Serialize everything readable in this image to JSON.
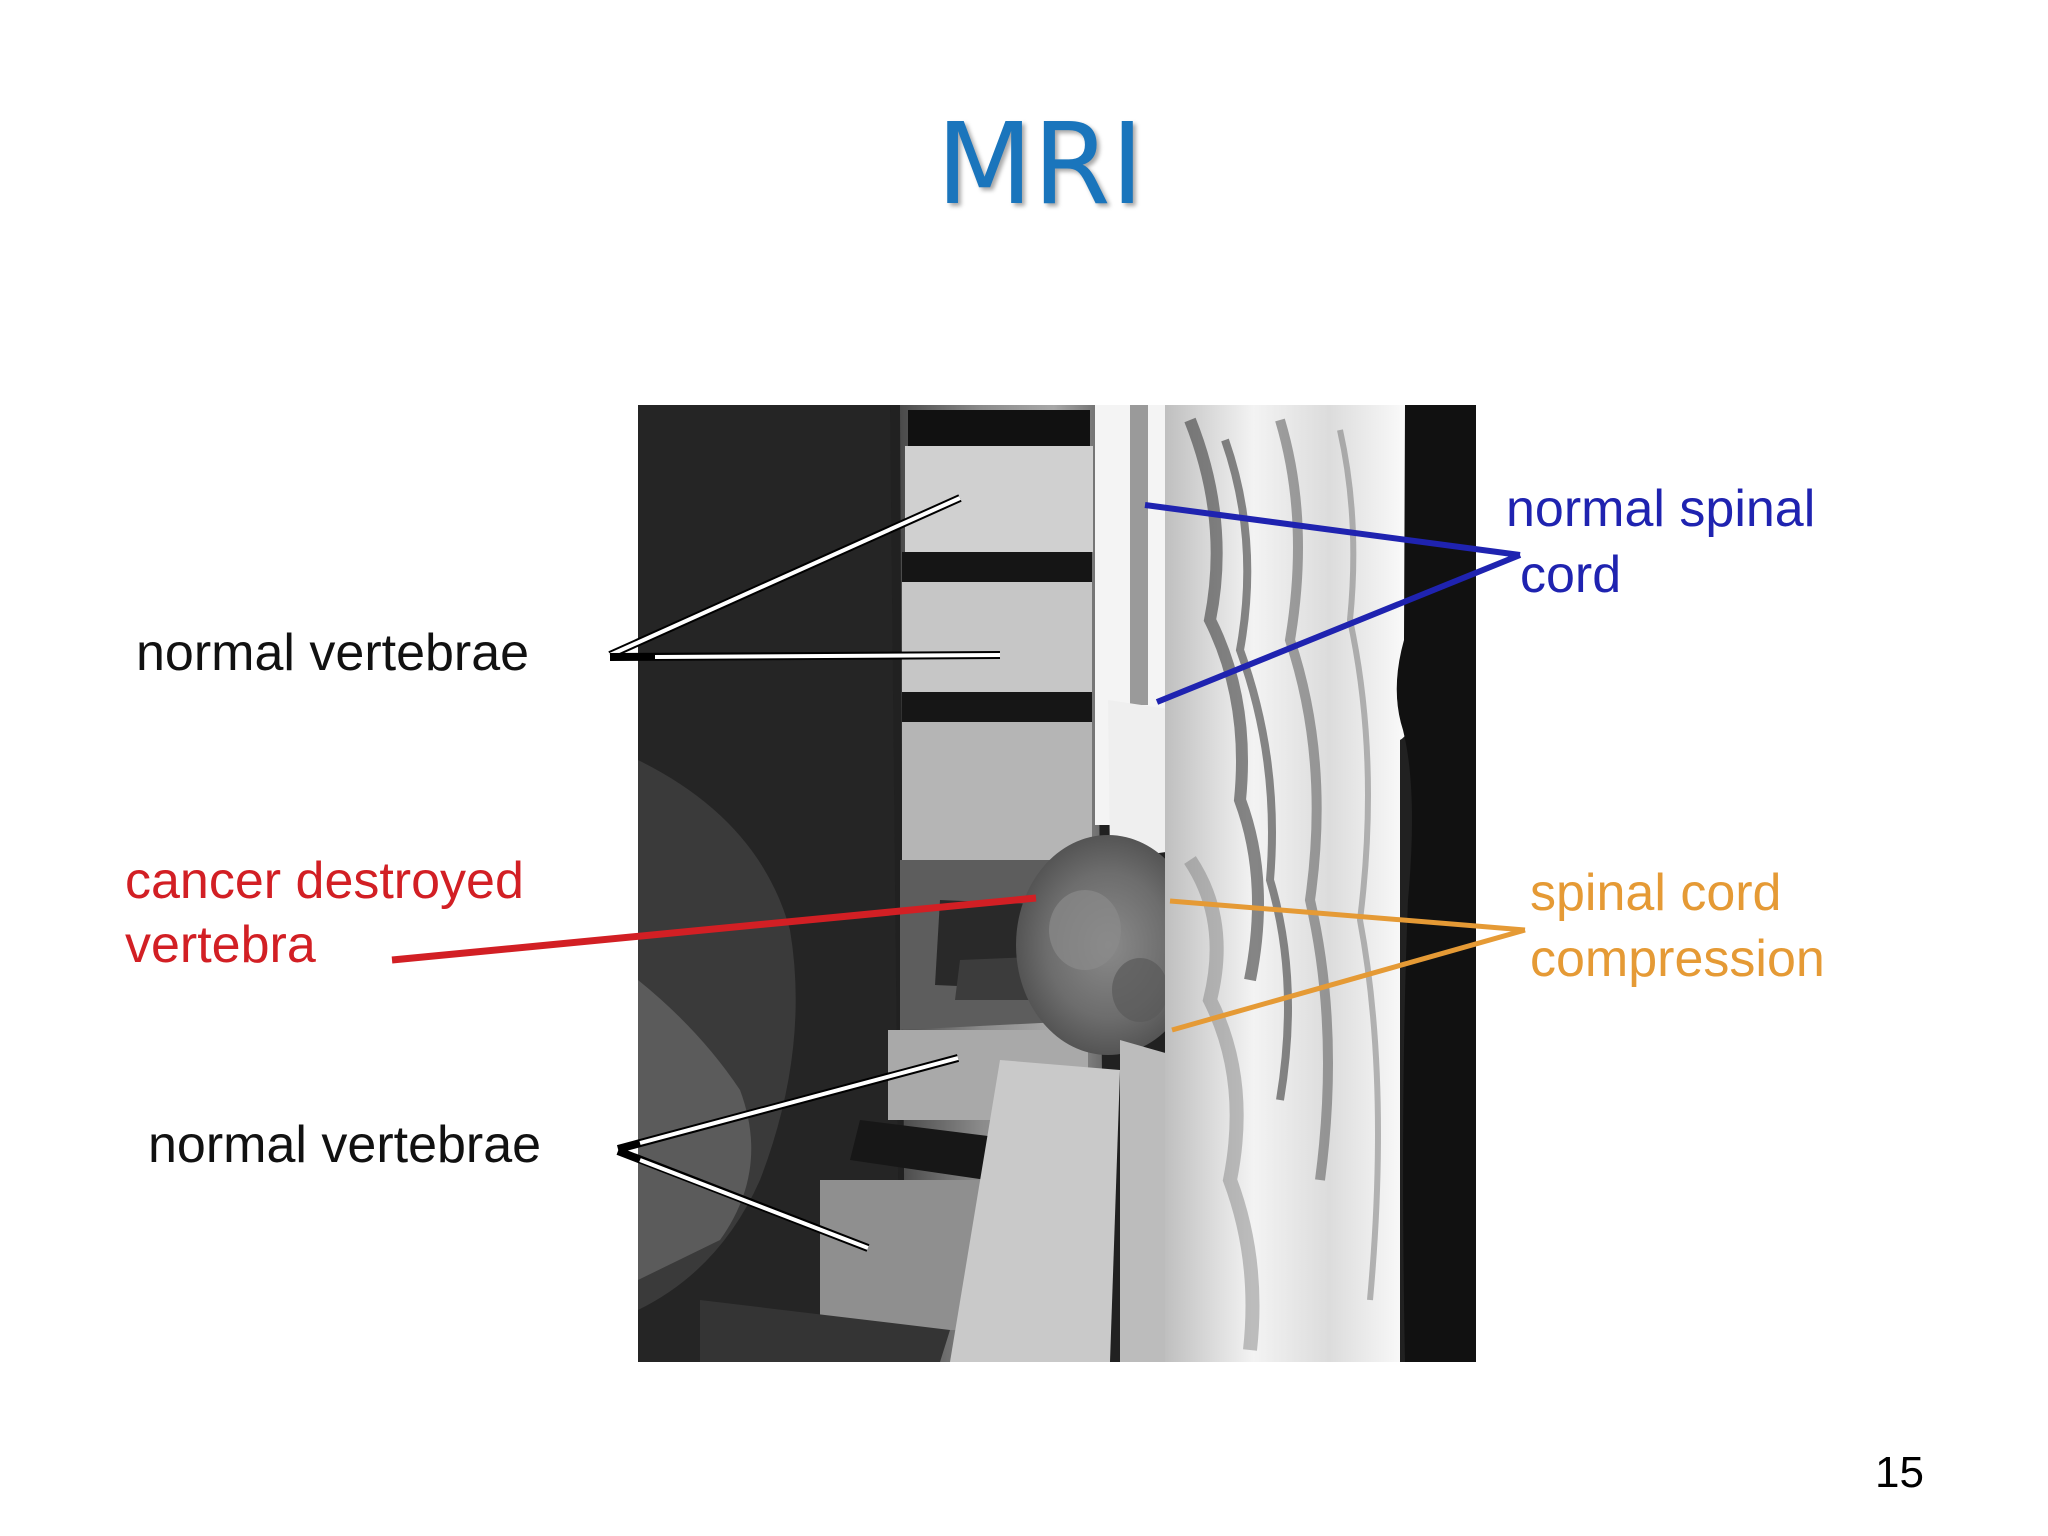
{
  "slide": {
    "title": "MRI",
    "title_color": "#1a75bc",
    "page_number": "15"
  },
  "annotations": {
    "normal_vertebrae_top": "normal vertebrae",
    "cancer_destroyed_line1": "cancer destroyed",
    "cancer_destroyed_line2": "vertebra",
    "normal_vertebrae_bottom": "normal vertebrae",
    "normal_spinal_line1": "normal spinal",
    "normal_spinal_line2": "cord",
    "compression_line1": "spinal cord",
    "compression_line2": "compression"
  },
  "colors": {
    "normal_vertebrae": "#111111",
    "cancer": "#d21f24",
    "spinal_cord": "#1f23b0",
    "compression": "#e59a35"
  },
  "image": {
    "description_icon": "mri-sagittal-spine-image"
  }
}
